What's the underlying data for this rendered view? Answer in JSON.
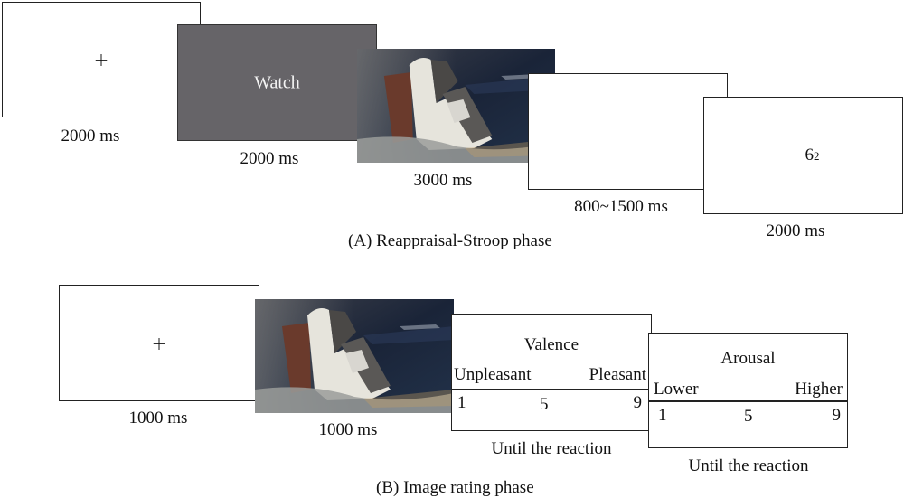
{
  "phase_a": {
    "caption": "(A) Reappraisal-Stroop phase",
    "frames": [
      {
        "content": "+",
        "duration": "2000 ms"
      },
      {
        "content": "Watch",
        "duration": "2000 ms"
      },
      {
        "content": "sinking-ship-photo",
        "duration": "3000 ms"
      },
      {
        "content": "",
        "duration": "800~1500 ms"
      },
      {
        "content_main": "6",
        "content_sub": "2",
        "duration": "2000 ms"
      }
    ]
  },
  "phase_b": {
    "caption": "(B) Image rating phase",
    "frames": [
      {
        "content": "+",
        "duration": "1000 ms"
      },
      {
        "content": "sinking-ship-photo",
        "duration": "1000 ms"
      },
      {
        "title": "Valence",
        "left_anchor": "Unpleasant",
        "right_anchor": "Pleasant",
        "scale": [
          "1",
          "5",
          "9"
        ],
        "duration": "Until the reaction"
      },
      {
        "title": "Arousal",
        "left_anchor": "Lower",
        "right_anchor": "Higher",
        "scale": [
          "1",
          "5",
          "9"
        ],
        "duration": "Until the reaction"
      }
    ]
  },
  "colors": {
    "cue_background": "#666468",
    "frame_border": "#222222"
  }
}
